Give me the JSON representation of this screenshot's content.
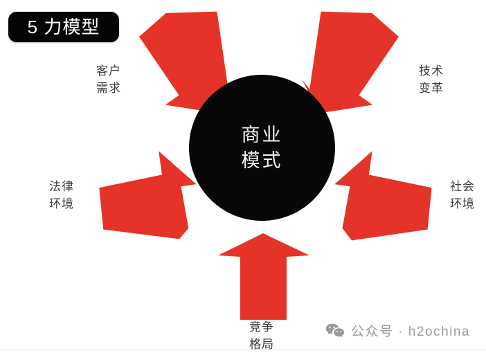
{
  "title": {
    "badge_label": "5 力模型"
  },
  "center": {
    "line1": "商业",
    "line2": "模式"
  },
  "forces": {
    "customer": {
      "line1": "客户",
      "line2": "需求"
    },
    "technology": {
      "line1": "技术",
      "line2": "变革"
    },
    "legal": {
      "line1": "法律",
      "line2": "环境"
    },
    "social": {
      "line1": "社会",
      "line2": "环境"
    },
    "competition": {
      "line1": "竞争",
      "line2": "格局"
    }
  },
  "watermark": {
    "icon": "wechat-icon",
    "text": "公众号 · h2ochina"
  },
  "colors": {
    "arrow_red": "#E63329",
    "circle_black": "#070707",
    "badge_black": "#050505",
    "label_gray": "#3a3a3a",
    "watermark_gray": "#9b9b9b",
    "background": "#ffffff"
  }
}
